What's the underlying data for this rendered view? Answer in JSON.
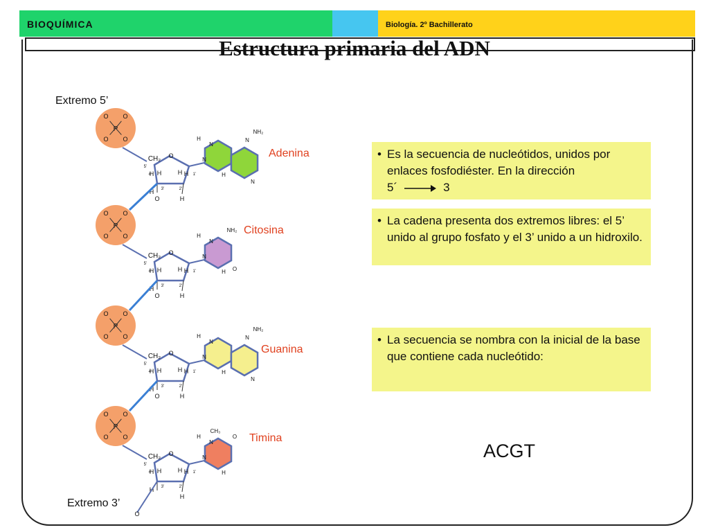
{
  "header": {
    "left": "BIOQUÍMICA",
    "right": "Biología. 2º Bachillerato"
  },
  "title": "Estructura primaria del ADN",
  "end5": "Extremo 5’",
  "end3": "Extremo 3’",
  "bases": [
    {
      "name": "Adenina",
      "color": "#8fd63a"
    },
    {
      "name": "Citosina",
      "color": "#c99ad2"
    },
    {
      "name": "Guanina",
      "color": "#f5ef8e"
    },
    {
      "name": "Timina",
      "color": "#ef7f60"
    }
  ],
  "atoms": {
    "P": "P",
    "O": "O",
    "H": "H",
    "CH2": "CH₂",
    "N": "N",
    "NH2": "NH₂",
    "CH3": "CH₃",
    "n5": "5’",
    "n4": "4’",
    "n3": "3’",
    "n2": "2’",
    "n1": "1’"
  },
  "boxes": {
    "b1_text": "Es la secuencia de nucleótidos, unidos por enlaces fosfodiéster. En la dirección",
    "b1_from": "5´",
    "b1_to": "3",
    "b2_text": "La cadena presenta dos extremos libres: el 5’ unido al grupo fosfato y el 3’ unido a un hidroxilo.",
    "b3_text": "La secuencia se nombra con la inicial de la base que contiene cada nucleótido:"
  },
  "sequence": "ACGT",
  "colors": {
    "phosphate": "#f4a06a",
    "bond": "#3a7fd4",
    "sugar": "#5a6fb0"
  }
}
